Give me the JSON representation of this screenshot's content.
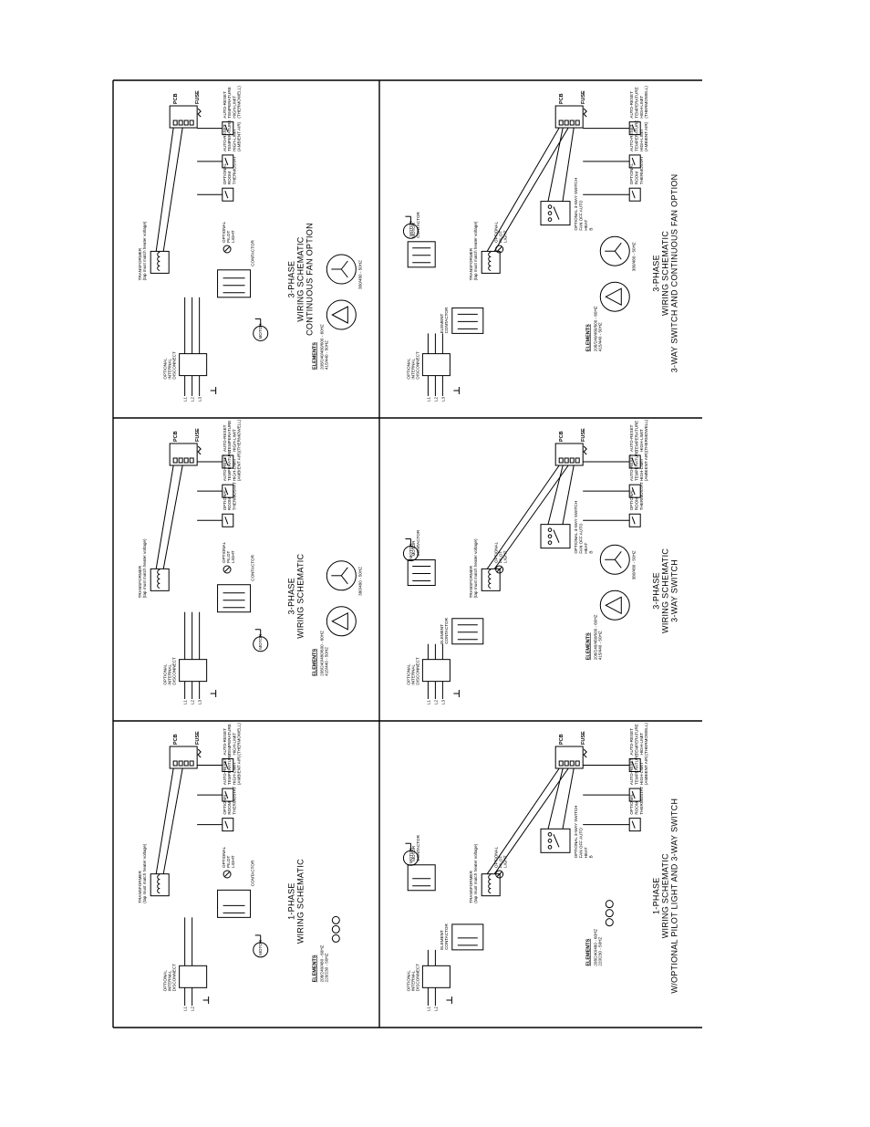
{
  "panels": [
    {
      "id": "3ph-fan",
      "title": [
        "3-PHASE",
        "WIRING SCHEMATIC",
        "CONTINUOUS FAN OPTION"
      ],
      "fuse": "FUSE",
      "pcb": "PCB",
      "stats": [
        [
          "OPTIONAL",
          "ROOM",
          "THERMOSTAT"
        ],
        [
          "AUTO-RESET",
          "TEMPERATURE",
          "HIGH-LIMIT",
          "(AMBIENT AIR)"
        ],
        [
          "AUTO-RESET",
          "TEMPERATURE",
          "HIGH-LIMIT",
          "(THERMOWELL)"
        ]
      ],
      "transformer": [
        "TRANSFORMER",
        "(tap must match heater voltage)"
      ],
      "pilot": [
        "OPTIONAL",
        "PILOT",
        "LIGHT"
      ],
      "contactor": "CONTACTOR",
      "disconnect": [
        "OPTIONAL",
        "INTERNAL",
        "DISCONNECT"
      ],
      "motor": "MOTOR",
      "lines": [
        "L1",
        "L2",
        "L3"
      ],
      "elements": "ELEMENTS",
      "v1": [
        "208/240/480/600 - 60HZ",
        "415/440 - 50HZ"
      ],
      "v2": [
        "380/480 - 50HZ"
      ]
    },
    {
      "id": "3ph-3way-fan",
      "title": [
        "3-PHASE",
        "WIRING SCHEMATIC",
        "3-WAY SWITCH AND CONTINUOUS FAN OPTION"
      ],
      "fuse": "FUSE",
      "pcb": "PCB",
      "stats": [
        [
          "OPTIONAL",
          "ROOM",
          "THERMOSTAT"
        ],
        [
          "AUTO-RESET",
          "TEMPERATURE",
          "HIGH-LIMIT",
          "(AMBIENT AIR)"
        ],
        [
          "AUTO-RESET",
          "TEMPERATURE",
          "HIGH-LIMIT",
          "(THERMOWELL)"
        ]
      ],
      "switch": [
        "OPTIONAL 3-WAY SWITCH",
        "FAN OFF AUTO",
        "HEAT",
        "B"
      ],
      "transformer": [
        "TRANSFORMER",
        "(tap must match heater voltage)"
      ],
      "pilot": [
        "OPTIONAL",
        "PILOT",
        "LIGHT"
      ],
      "element_contactor": [
        "ELEMENT",
        "CONTACTOR"
      ],
      "motor_contactor": [
        "MOTOR",
        "CONTACTOR"
      ],
      "disconnect": [
        "OPTIONAL",
        "INTERNAL",
        "DISCONNECT"
      ],
      "motor": "MOTOR",
      "lines": [
        "L1",
        "L2",
        "L3"
      ],
      "elements": "ELEMENTS",
      "v1": [
        "208/240/480/600 - 60HZ",
        "415/440 - 50HZ"
      ],
      "v2": [
        "380/480 - 50HZ"
      ]
    },
    {
      "id": "3ph",
      "title": [
        "3-PHASE",
        "WIRING SCHEMATIC"
      ],
      "fuse": "FUSE",
      "pcb": "PCB",
      "stats": [
        [
          "OPTIONAL",
          "ROOM",
          "THERMOSTAT"
        ],
        [
          "AUTO-RESET",
          "TEMPERATURE",
          "HIGH-LIMIT",
          "(AMBIENT AIR)"
        ],
        [
          "AUTO-RESET",
          "TEMPERATURE",
          "HIGH-LIMIT",
          "(THERMOWELL)"
        ]
      ],
      "transformer": [
        "TRANSFORMER",
        "(tap must match heater voltage)"
      ],
      "pilot": [
        "OPTIONAL",
        "PILOT",
        "LIGHT"
      ],
      "contactor": "CONTACTOR",
      "disconnect": [
        "OPTIONAL",
        "INTERNAL",
        "DISCONNECT"
      ],
      "motor": "MOTOR",
      "lines": [
        "L1",
        "L2",
        "L3"
      ],
      "elements": "ELEMENTS",
      "v1": [
        "208/240/480/600 - 60HZ",
        "415/440 - 50HZ"
      ],
      "v2": [
        "380/480 - 50HZ"
      ]
    },
    {
      "id": "3ph-3way",
      "title": [
        "3-PHASE",
        "WIRING SCHEMATIC",
        "3-WAY SWITCH"
      ],
      "fuse": "FUSE",
      "pcb": "PCB",
      "stats": [
        [
          "OPTIONAL",
          "ROOM",
          "THERMOSTAT"
        ],
        [
          "AUTO-RESET",
          "TEMPERATURE",
          "HIGH-LIMIT",
          "(AMBIENT AIR)"
        ],
        [
          "AUTO-RESET",
          "TEMPERATURE",
          "HIGH-LIMIT",
          "(THERMOWELL)"
        ]
      ],
      "switch": [
        "OPTIONAL 3-WAY SWITCH",
        "FAN OFF AUTO",
        "HEAT",
        "B"
      ],
      "transformer": [
        "TRANSFORMER",
        "(tap must match heater voltage)"
      ],
      "pilot": [
        "OPTIONAL",
        "PILOT",
        "LIGHT"
      ],
      "element_contactor": [
        "ELEMENT",
        "CONTACTOR"
      ],
      "motor_contactor": [
        "MOTOR",
        "CONTACTOR"
      ],
      "disconnect": [
        "OPTIONAL",
        "INTERNAL",
        "DISCONNECT"
      ],
      "motor": "MOTOR",
      "lines": [
        "L1",
        "L2",
        "L3"
      ],
      "elements": "ELEMENTS",
      "v1": [
        "208/240/480/600 - 60HZ",
        "415/440 - 50HZ"
      ],
      "v2": [
        "380/480 - 50HZ"
      ]
    },
    {
      "id": "1ph",
      "title": [
        "1-PHASE",
        "WIRING SCHEMATIC"
      ],
      "fuse": "FUSE",
      "pcb": "PCB",
      "stats": [
        [
          "OPTIONAL",
          "ROOM",
          "THERMOSTAT"
        ],
        [
          "AUTO-RESET",
          "TEMPERATURE",
          "HIGH-LIMIT",
          "(AMBIENT AIR)"
        ],
        [
          "AUTO-RESET",
          "TEMPERATURE",
          "HIGH-LIMIT",
          "(THERMOWELL)"
        ]
      ],
      "transformer": [
        "TRANSFORMER",
        "(tap must match heater voltage)"
      ],
      "pilot": [
        "OPTIONAL",
        "PILOT",
        "LIGHT"
      ],
      "contactor": "CONTACTOR",
      "disconnect": [
        "OPTIONAL",
        "INTERNAL",
        "DISCONNECT"
      ],
      "motor": "MOTOR",
      "lines": [
        "L1",
        "L2"
      ],
      "elements": "ELEMENTS",
      "v1": [
        "208/240/480 - 60HZ",
        "220/230 - 50HZ"
      ]
    },
    {
      "id": "1ph-pilot-3way",
      "title": [
        "1-PHASE",
        "WIRING SCHEMATIC",
        "W/OPTIONAL PILOT LIGHT AND 3-WAY SWITCH"
      ],
      "fuse": "FUSE",
      "pcb": "PCB",
      "stats": [
        [
          "OPTIONAL",
          "ROOM",
          "THERMOSTAT"
        ],
        [
          "AUTO-RESET",
          "TEMPERATURE",
          "HIGH-LIMIT",
          "(AMBIENT AIR)"
        ],
        [
          "AUTO-RESET",
          "TEMPERATURE",
          "HIGH-LIMIT",
          "(THERMOWELL)"
        ]
      ],
      "switch": [
        "OPTIONAL 3-WAY SWITCH",
        "FAN OFF AUTO",
        "HEAT",
        "B"
      ],
      "transformer": [
        "TRANSFORMER",
        "(tap must match heater voltage)"
      ],
      "pilot": [
        "OPTIONAL",
        "PILOT",
        "LIGHT"
      ],
      "element_contactor": [
        "ELEMENT",
        "CONTACTOR"
      ],
      "motor_contactor": [
        "MOTOR",
        "CONTACTOR"
      ],
      "disconnect": [
        "OPTIONAL",
        "INTERNAL",
        "DISCONNECT"
      ],
      "motor": "MOTOR",
      "lines": [
        "L1",
        "L2"
      ],
      "elements": "ELEMENTS",
      "v1": [
        "208/240/480 - 60HZ",
        "220/230 - 50HZ"
      ]
    }
  ]
}
